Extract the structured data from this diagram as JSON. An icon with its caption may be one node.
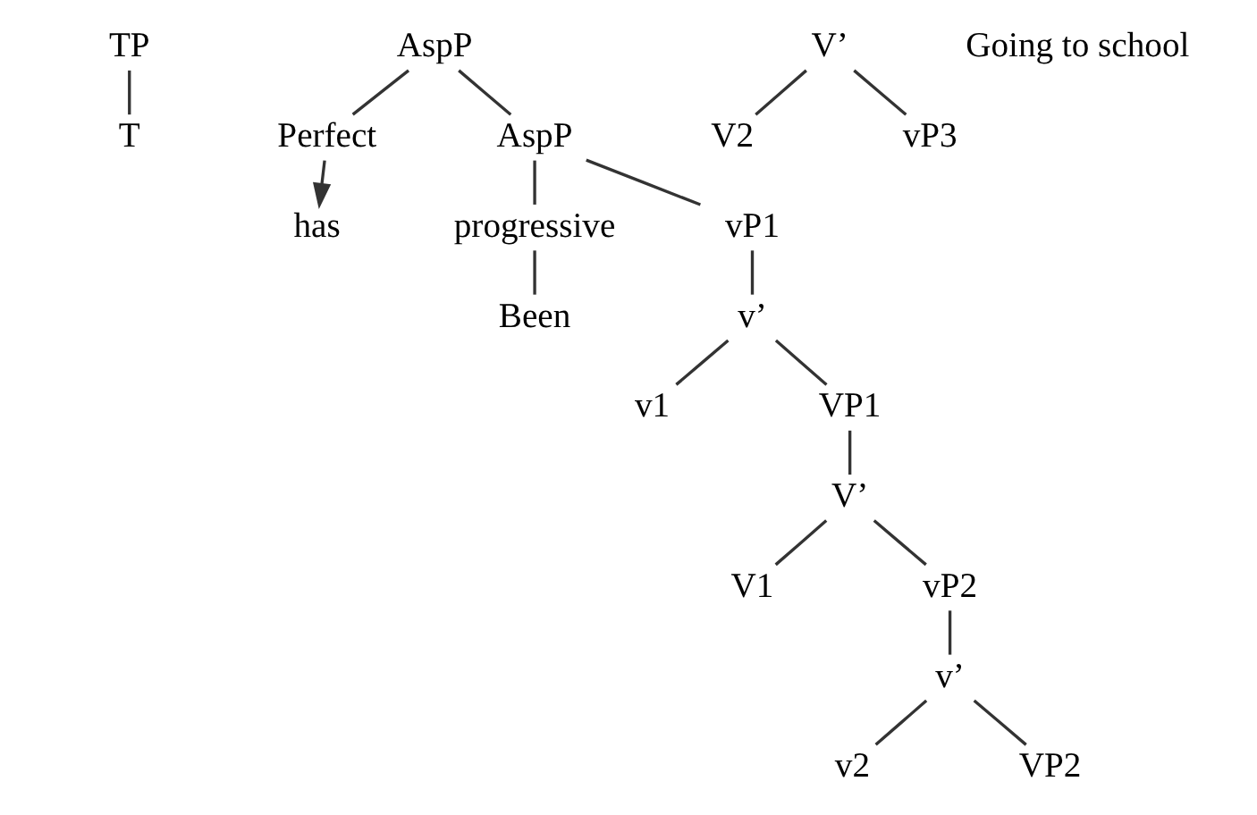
{
  "diagram": {
    "nodes": [
      {
        "text": [
          "TP"
        ]
      },
      {
        "text": [
          "T"
        ]
      },
      {
        "text": [
          "AspP"
        ]
      },
      {
        "text": [
          "Perfect"
        ]
      },
      {
        "text": [
          "AspP"
        ]
      },
      {
        "text": [
          "progressive"
        ]
      },
      {
        "text": [
          "vP1"
        ]
      },
      {
        "text": [
          "v’"
        ]
      },
      {
        "text": [
          "v1"
        ]
      },
      {
        "text": [
          "VP1"
        ]
      },
      {
        "text": [
          "V’"
        ]
      },
      {
        "text": [
          "V1"
        ]
      },
      {
        "text": [
          "vP2"
        ]
      },
      {
        "text": [
          "v’"
        ]
      },
      {
        "text": [
          "has"
        ]
      },
      {
        "text": [
          "v2"
        ]
      },
      {
        "text": [
          "VP2"
        ]
      },
      {
        "text": [
          "V’"
        ]
      },
      {
        "text": [
          "V2"
        ]
      },
      {
        "text": [
          "vP3"
        ]
      },
      {
        "text": [
          "Been"
        ]
      },
      {
        "text": [
          "Going to school"
        ]
      }
    ],
    "edges": [
      {
        "from": 0,
        "to": 1,
        "arrow": "none"
      },
      {
        "from": 2,
        "to": 3,
        "arrow": "none"
      },
      {
        "from": 2,
        "to": 4,
        "arrow": "none"
      },
      {
        "from": 4,
        "to": 5,
        "arrow": "none"
      },
      {
        "from": 4,
        "to": 6,
        "arrow": "none"
      },
      {
        "from": 6,
        "to": 7,
        "arrow": "none"
      },
      {
        "from": 7,
        "to": 8,
        "arrow": "none"
      },
      {
        "from": 7,
        "to": 9,
        "arrow": "none"
      },
      {
        "from": 9,
        "to": 10,
        "arrow": "none"
      },
      {
        "from": 10,
        "to": 11,
        "arrow": "none"
      },
      {
        "from": 10,
        "to": 12,
        "arrow": "none"
      },
      {
        "from": 12,
        "to": 13,
        "arrow": "none"
      },
      {
        "from": 13,
        "to": 15,
        "arrow": "none"
      },
      {
        "from": 13,
        "to": 16,
        "arrow": "none"
      },
      {
        "from": 17,
        "to": 18,
        "arrow": "none"
      },
      {
        "from": 17,
        "to": 19,
        "arrow": "none"
      },
      {
        "from": 3,
        "to": 14,
        "arrow": "to"
      },
      {
        "from": 5,
        "to": 20,
        "arrow": "none"
      }
    ]
  }
}
